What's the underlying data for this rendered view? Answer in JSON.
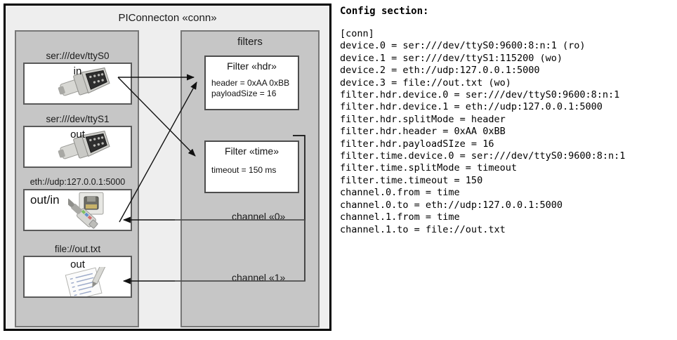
{
  "diagram": {
    "component_title": "PIConnecton «conn»",
    "groups": {
      "devices_title": "",
      "filters_title": "filters"
    },
    "devices": [
      {
        "label": "ser:///dev/ttyS0",
        "io": "in",
        "icon": "serial-port-icon"
      },
      {
        "label": "ser:///dev/ttyS1",
        "io": "out",
        "icon": "serial-port-icon"
      },
      {
        "label": "eth://udp:127.0.0.1:5000",
        "io": "out/in",
        "icon": "network-jack-icon"
      },
      {
        "label": "file://out.txt",
        "io": "out",
        "icon": "text-file-icon"
      }
    ],
    "filters": [
      {
        "title": "Filter «hdr»",
        "props": [
          "header = 0xAA 0xBB",
          "payloadSize = 16"
        ]
      },
      {
        "title": "Filter «time»",
        "props": [
          "timeout = 150 ms"
        ]
      }
    ],
    "channels": [
      {
        "label": "channel «0»"
      },
      {
        "label": "channel «1»"
      }
    ]
  },
  "config": {
    "heading": "Config section:",
    "lines": [
      "[conn]",
      "device.0 = ser:///dev/ttyS0:9600:8:n:1 (ro)",
      "device.1 = ser:///dev/ttyS1:115200 (wo)",
      "device.2 = eth://udp:127.0.0.1:5000",
      "device.3 = file://out.txt (wo)",
      "filter.hdr.device.0 = ser:///dev/ttyS0:9600:8:n:1",
      "filter.hdr.device.1 = eth://udp:127.0.0.1:5000",
      "filter.hdr.splitMode = header",
      "filter.hdr.header = 0xAA 0xBB",
      "filter.hdr.payloadSIze = 16",
      "filter.time.device.0 = ser:///dev/ttyS0:9600:8:n:1",
      "filter.time.splitMode = timeout",
      "filter.time.timeout = 150",
      "channel.0.from = time",
      "channel.0.to = eth://udp:127.0.0.1:5000",
      "channel.1.from = time",
      "channel.1.to = file://out.txt"
    ]
  },
  "colors": {
    "page_bg": "#ffffff",
    "frame_bg": "#eeeeee",
    "group_bg": "#c6c6c6",
    "box_bg": "#ffffff",
    "line": "#1a1a1a"
  }
}
